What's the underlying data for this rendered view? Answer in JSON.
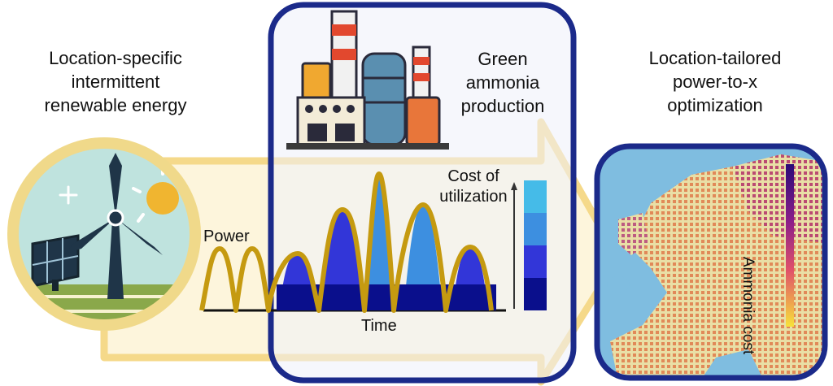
{
  "left_label": [
    "Location-specific",
    "intermittent",
    "renewable energy"
  ],
  "middle_label": [
    "Green",
    "ammonia",
    "production"
  ],
  "right_label": [
    "Location-tailored",
    "power-to-x",
    "optimization"
  ],
  "power_label": "Power",
  "time_label": "Time",
  "cost_label": [
    "Cost of",
    "utilization"
  ],
  "map_colorbar_label": "Ammonia cost",
  "colors": {
    "arrow_fill": "#fdf5dc",
    "arrow_stroke": "#f5d98a",
    "panel_border": "#1b2a8a",
    "panel_fill": "#eef0fa",
    "power_curve": "#c59a10",
    "cost_levels": [
      "#0a0f8c",
      "#3236d8",
      "#3d8fe0",
      "#45bbe8"
    ],
    "sea": "#7fbde0",
    "land": "#e9dfa6"
  },
  "icons": [
    "wind-turbine-icon",
    "solar-panel-icon",
    "sun-icon",
    "factory-icon",
    "europe-map-icon"
  ]
}
